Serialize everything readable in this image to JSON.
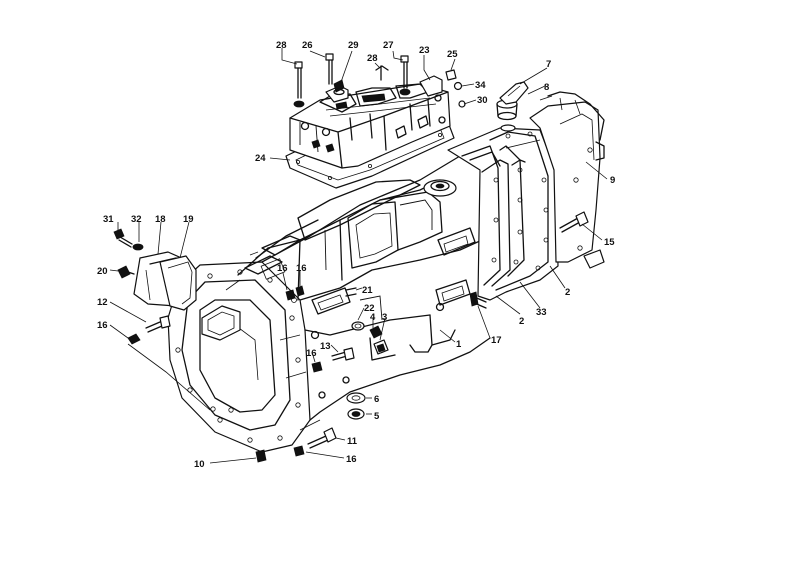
{
  "callouts": [
    {
      "id": "c28a",
      "label": "28"
    },
    {
      "id": "c26",
      "label": "26"
    },
    {
      "id": "c29",
      "label": "29"
    },
    {
      "id": "c27",
      "label": "27"
    },
    {
      "id": "c23",
      "label": "23"
    },
    {
      "id": "c25",
      "label": "25"
    },
    {
      "id": "c28b",
      "label": "28"
    },
    {
      "id": "c34",
      "label": "34"
    },
    {
      "id": "c30",
      "label": "30"
    },
    {
      "id": "c7",
      "label": "7"
    },
    {
      "id": "c8",
      "label": "8"
    },
    {
      "id": "c9",
      "label": "9"
    },
    {
      "id": "c24",
      "label": "24"
    },
    {
      "id": "c31",
      "label": "31"
    },
    {
      "id": "c32",
      "label": "32"
    },
    {
      "id": "c18",
      "label": "18"
    },
    {
      "id": "c19",
      "label": "19"
    },
    {
      "id": "c20",
      "label": "20"
    },
    {
      "id": "c16a",
      "label": "16"
    },
    {
      "id": "c16b",
      "label": "16"
    },
    {
      "id": "c15",
      "label": "15"
    },
    {
      "id": "c2a",
      "label": "2"
    },
    {
      "id": "c33",
      "label": "33"
    },
    {
      "id": "c2b",
      "label": "2"
    },
    {
      "id": "c12",
      "label": "12"
    },
    {
      "id": "c16c",
      "label": "16"
    },
    {
      "id": "c21",
      "label": "21"
    },
    {
      "id": "c22",
      "label": "22"
    },
    {
      "id": "c4",
      "label": "4"
    },
    {
      "id": "c3",
      "label": "3"
    },
    {
      "id": "c17",
      "label": "17"
    },
    {
      "id": "c1",
      "label": "1"
    },
    {
      "id": "c13",
      "label": "13"
    },
    {
      "id": "c16d",
      "label": "16"
    },
    {
      "id": "c6",
      "label": "6"
    },
    {
      "id": "c5",
      "label": "5"
    },
    {
      "id": "c11",
      "label": "11"
    },
    {
      "id": "c16e",
      "label": "16"
    },
    {
      "id": "c10",
      "label": "10"
    }
  ]
}
